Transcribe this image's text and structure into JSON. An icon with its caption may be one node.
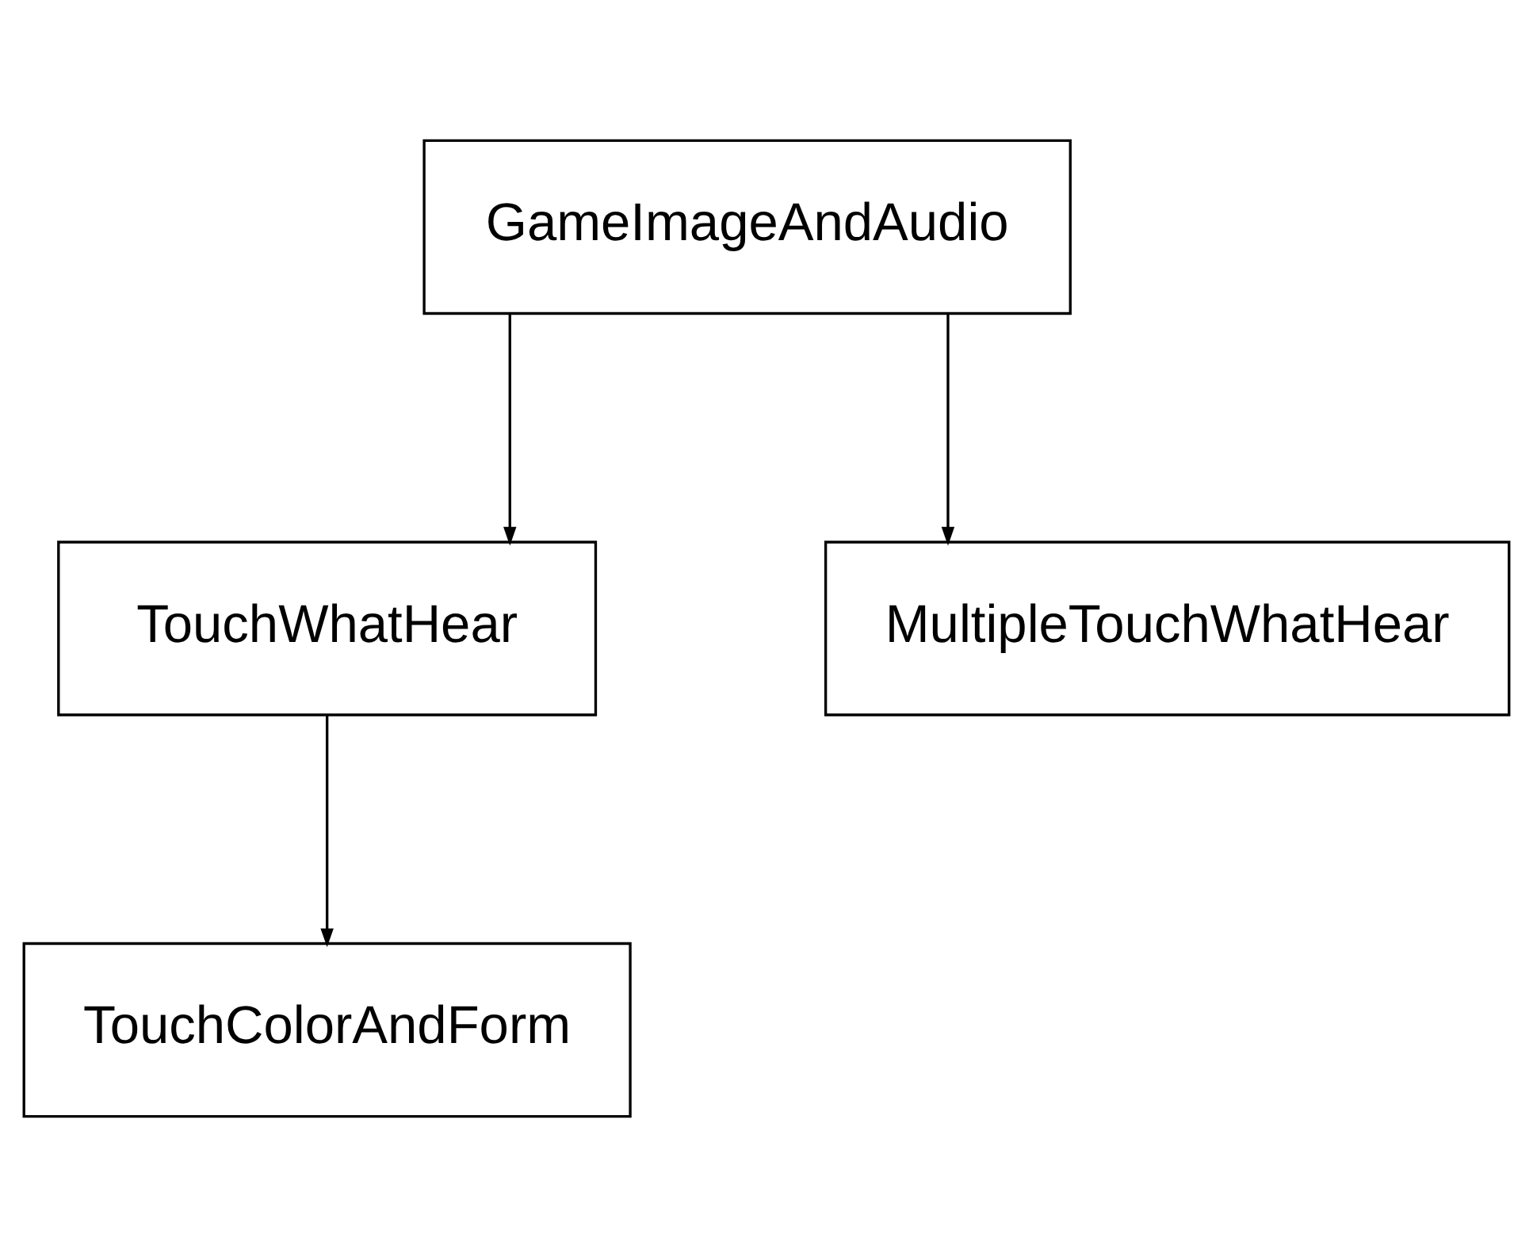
{
  "diagram": {
    "nodes": [
      {
        "text": [
          "GameImageAndAudio"
        ]
      },
      {
        "text": [
          "TouchWhatHear"
        ]
      },
      {
        "text": [
          "MultipleTouchWhatHear"
        ]
      },
      {
        "text": [
          "TouchColorAndForm"
        ]
      }
    ],
    "edges": [
      {
        "from": 0,
        "to": 1,
        "arrow": "to"
      },
      {
        "from": 0,
        "to": 2,
        "arrow": "to"
      },
      {
        "from": 1,
        "to": 3,
        "arrow": "to"
      }
    ]
  }
}
